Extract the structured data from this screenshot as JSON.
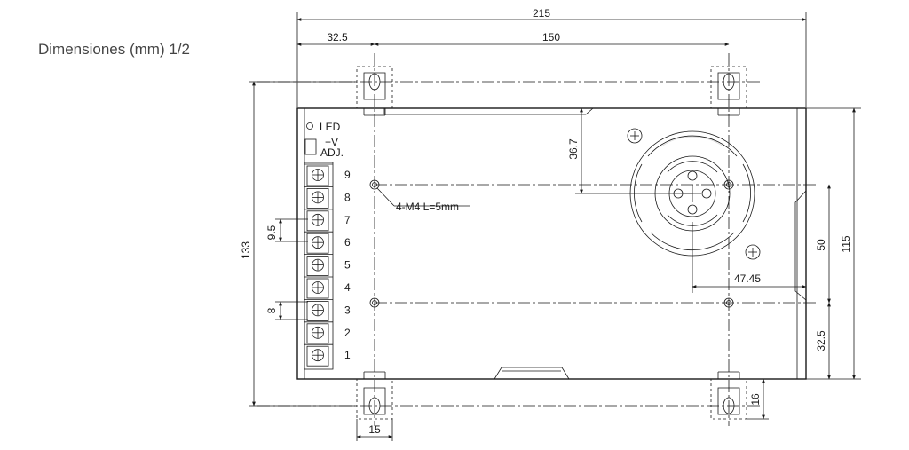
{
  "title": "Dimensiones (mm) 1/2",
  "dims": {
    "overall_width": "215",
    "foot_offset": "32.5",
    "hole_spacing_x": "150",
    "overall_height": "133",
    "body_height": "115",
    "fan_offset_y": "36.7",
    "hole_spacing_y": "50",
    "bottom_hole_offset": "32.5",
    "fan_offset_x": "47.45",
    "terminal_pitch": "9.5",
    "terminal_width": "8",
    "foot_width": "15",
    "foot_depth": "16"
  },
  "labels": {
    "led": "LED",
    "v_adj_line1": "+V",
    "v_adj_line2": "ADJ.",
    "screw_note": "4-M4 L=5mm"
  },
  "terminals": [
    "9",
    "8",
    "7",
    "6",
    "5",
    "4",
    "3",
    "2",
    "1"
  ]
}
